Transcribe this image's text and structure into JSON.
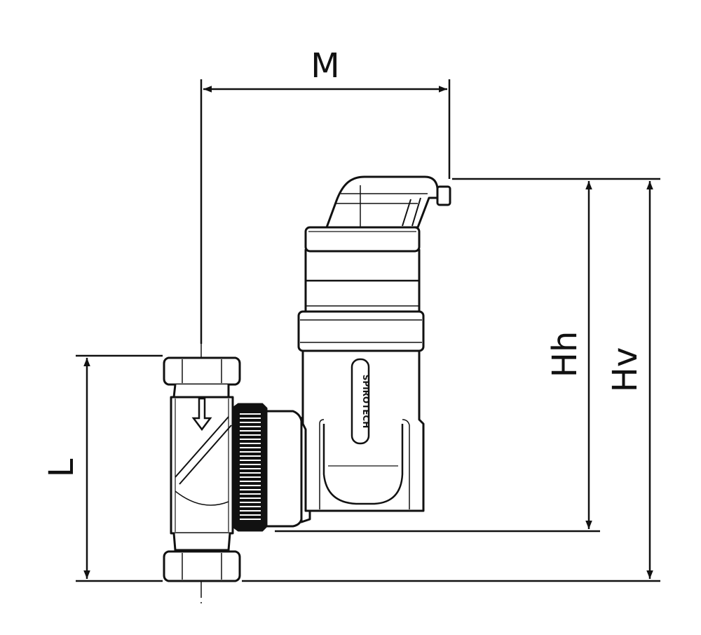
{
  "diagram": {
    "dimension_labels": {
      "m": "M",
      "l": "L",
      "hh": "Hh",
      "hv": "Hv"
    },
    "brand_mark": "SPIROTECH",
    "colors": {
      "line": "#111111",
      "background": "#ffffff"
    },
    "icons": {
      "flow_direction": "arrow-down-icon"
    }
  }
}
